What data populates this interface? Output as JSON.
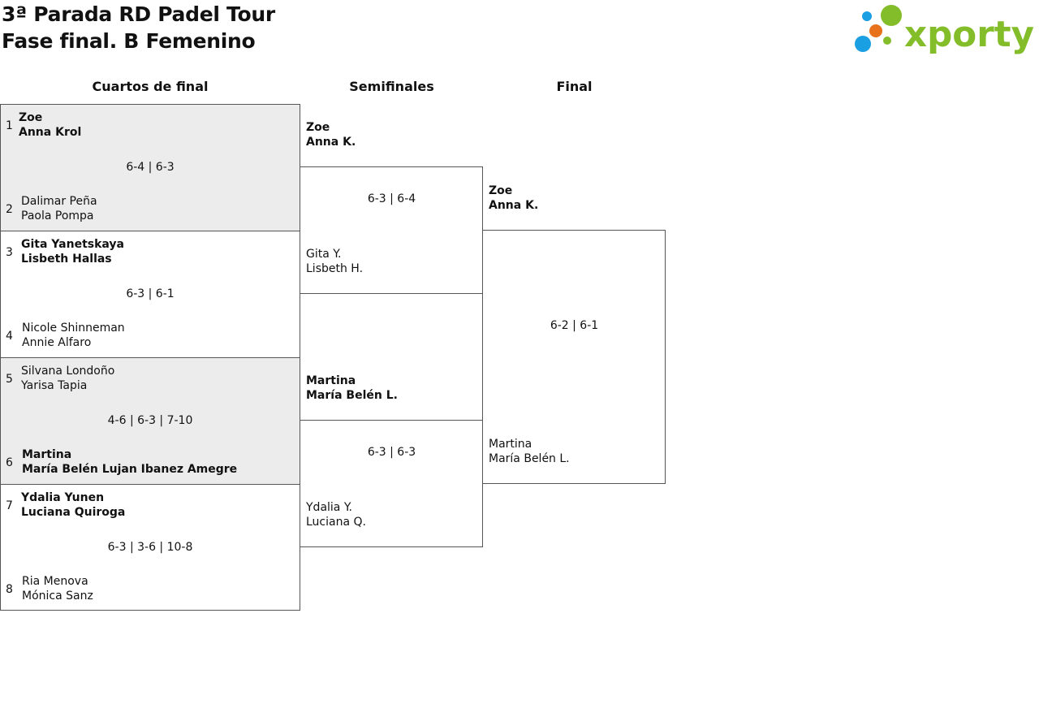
{
  "header": {
    "title_line1": "3ª Parada RD Padel Tour",
    "title_line2": "Fase final. B Femenino",
    "logo_text": "xporty",
    "logo_colors": {
      "blue": "#1a9fe3",
      "orange": "#e8711b",
      "green": "#84bd2a"
    }
  },
  "rounds": {
    "quarterfinals": "Cuartos de final",
    "semifinals": "Semifinales",
    "final": "Final"
  },
  "quarterfinals": [
    {
      "top": {
        "seed": "1",
        "p1": "Zoe",
        "p2": "Anna Krol",
        "winner": true
      },
      "bottom": {
        "seed": "2",
        "p1": "Dalimar Peña",
        "p2": "Paola Pompa",
        "winner": false
      },
      "score": "6-4 | 6-3"
    },
    {
      "top": {
        "seed": "3",
        "p1": "Gita Yanetskaya",
        "p2": "Lisbeth Hallas",
        "winner": true
      },
      "bottom": {
        "seed": "4",
        "p1": "Nicole Shinneman",
        "p2": "Annie Alfaro",
        "winner": false
      },
      "score": "6-3 | 6-1"
    },
    {
      "top": {
        "seed": "5",
        "p1": "Silvana Londoño",
        "p2": "Yarisa Tapia",
        "winner": false
      },
      "bottom": {
        "seed": "6",
        "p1": "Martina",
        "p2": "María Belén Lujan Ibanez Amegre",
        "winner": true
      },
      "score": "4-6 | 6-3 | 7-10"
    },
    {
      "top": {
        "seed": "7",
        "p1": "Ydalia Yunen",
        "p2": "Luciana Quiroga",
        "winner": true
      },
      "bottom": {
        "seed": "8",
        "p1": "Ria Menova",
        "p2": "Mónica Sanz",
        "winner": false
      },
      "score": "6-3 | 3-6 | 10-8"
    }
  ],
  "semifinals": [
    {
      "top": {
        "p1": "Zoe",
        "p2": "Anna K.",
        "winner": true
      },
      "bottom": {
        "p1": "Gita Y.",
        "p2": "Lisbeth H.",
        "winner": false
      },
      "score": "6-3 | 6-4"
    },
    {
      "top": {
        "p1": "Martina",
        "p2": "María Belén L.",
        "winner": true
      },
      "bottom": {
        "p1": "Ydalia Y.",
        "p2": "Luciana Q.",
        "winner": false
      },
      "score": "6-3 | 6-3"
    }
  ],
  "final": {
    "top": {
      "p1": "Zoe",
      "p2": "Anna K.",
      "winner": true
    },
    "bottom": {
      "p1": "Martina",
      "p2": "María Belén L.",
      "winner": false
    },
    "score": "6-2 | 6-1"
  }
}
